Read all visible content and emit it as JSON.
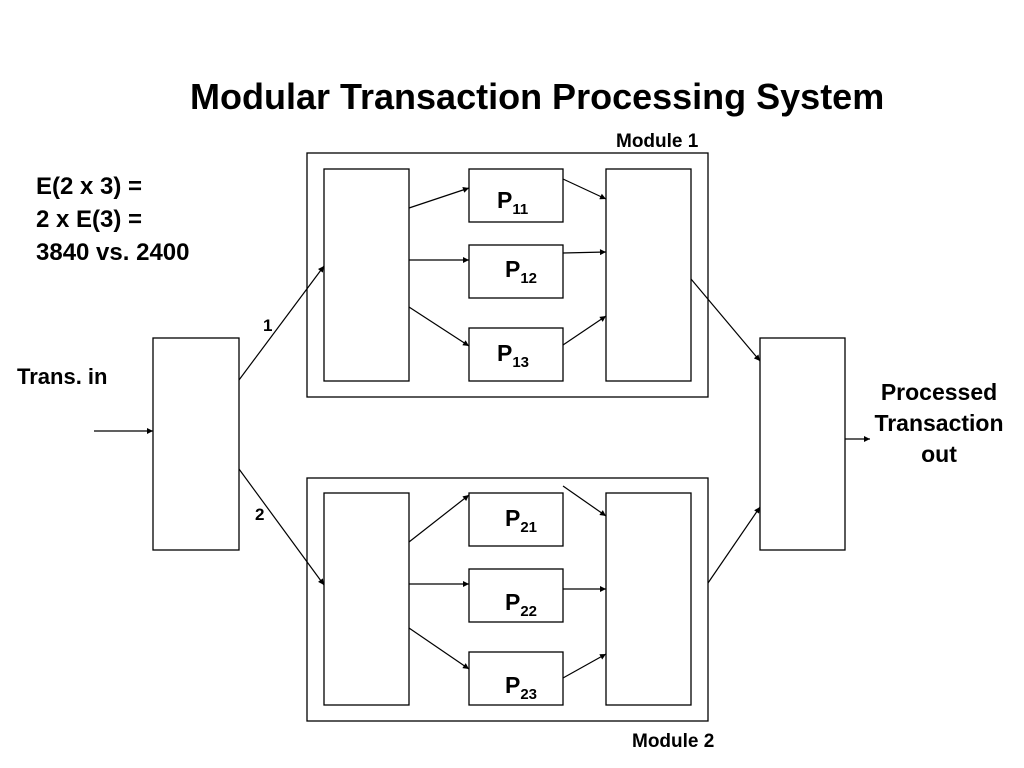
{
  "title": "Modular Transaction Processing System",
  "equation": [
    "E(2 x 3) =",
    "2 x E(3) =",
    "3840 vs. 2400"
  ],
  "input_label": "Trans. in",
  "output_label": [
    "Processed",
    "Transaction",
    "out"
  ],
  "branch_labels": [
    "1",
    "2"
  ],
  "modules": [
    {
      "label": "Module 1",
      "processors": [
        {
          "base": "P",
          "sub": "11"
        },
        {
          "base": "P",
          "sub": "12"
        },
        {
          "base": "P",
          "sub": "13"
        }
      ]
    },
    {
      "label": "Module 2",
      "processors": [
        {
          "base": "P",
          "sub": "21"
        },
        {
          "base": "P",
          "sub": "22"
        },
        {
          "base": "P",
          "sub": "23"
        }
      ]
    }
  ]
}
